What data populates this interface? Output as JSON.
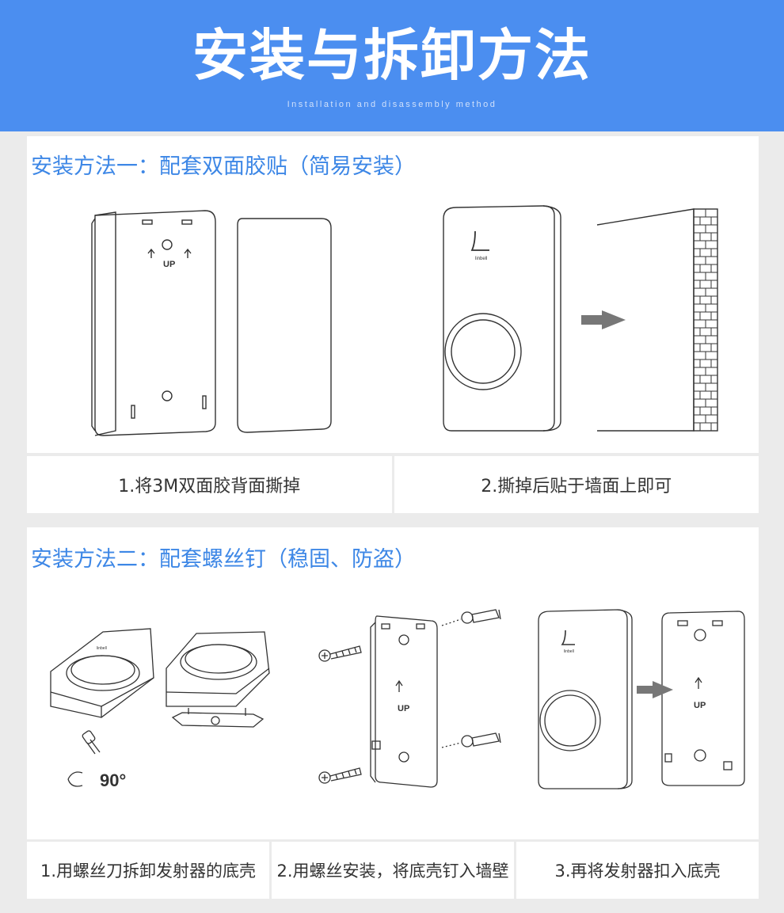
{
  "header": {
    "title": "安装与拆卸方法",
    "subtitle": "Installation and disassembly method",
    "background": "#4b8ef0"
  },
  "method1": {
    "title": "安装方法一：配套双面胶贴（简易安装）",
    "labels": {
      "up": "UP",
      "brand": "linbell"
    },
    "captions": [
      "1.将3M双面胶背面撕掉",
      "2.撕掉后贴于墙面上即可"
    ]
  },
  "method2": {
    "title": "安装方法二：配套螺丝钉（稳固、防盗）",
    "labels": {
      "up": "UP",
      "brand": "linbell",
      "angle": "90°"
    },
    "captions": [
      "1.用螺丝刀拆卸发射器的底壳",
      "2.用螺丝安装，将底壳钉入墙壁",
      "3.再将发射器扣入底壳"
    ]
  },
  "colors": {
    "accent": "#3d87e6",
    "line": "#333333",
    "arrow": "#666666"
  }
}
